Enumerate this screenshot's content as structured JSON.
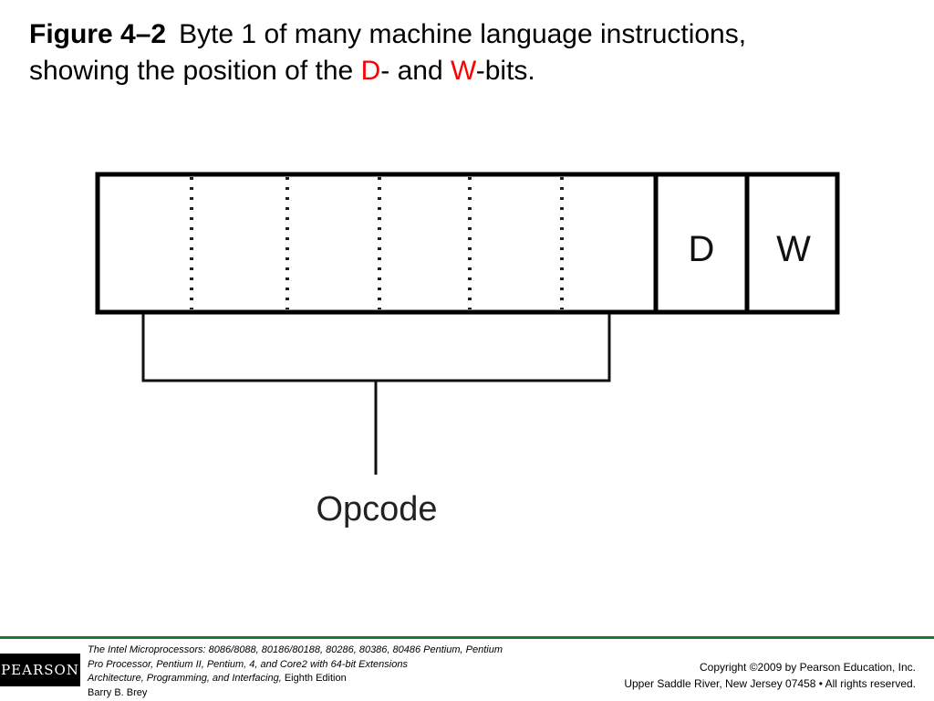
{
  "title": {
    "figure_label": "Figure 4–2",
    "line1_text": "Byte 1 of many machine language instructions,",
    "line2_prefix": "showing the position of the ",
    "d_bit": "D",
    "and_text": "- and ",
    "w_bit": "W",
    "suffix": "-bits.",
    "highlight_color": "#ff0000"
  },
  "diagram": {
    "d_label": "D",
    "w_label": "W",
    "opcode_label": "Opcode"
  },
  "footer": {
    "logo": "PEARSON",
    "book_title": "The Intel Microprocessors:",
    "book_subtitle": "8086/8088, 80186/80188, 80286, 80386, 80486 Pentium, Pentium Pro Processor, Pentium II, Pentium, 4, and Core2 with 64-bit Extensions",
    "book_line3": "Architecture, Programming, and Interfacing,",
    "edition": "Eighth Edition",
    "author": "Barry B. Brey",
    "copyright": "Copyright ©2009 by Pearson Education, Inc.",
    "address": "Upper Saddle River, New Jersey 07458 • All rights reserved."
  }
}
